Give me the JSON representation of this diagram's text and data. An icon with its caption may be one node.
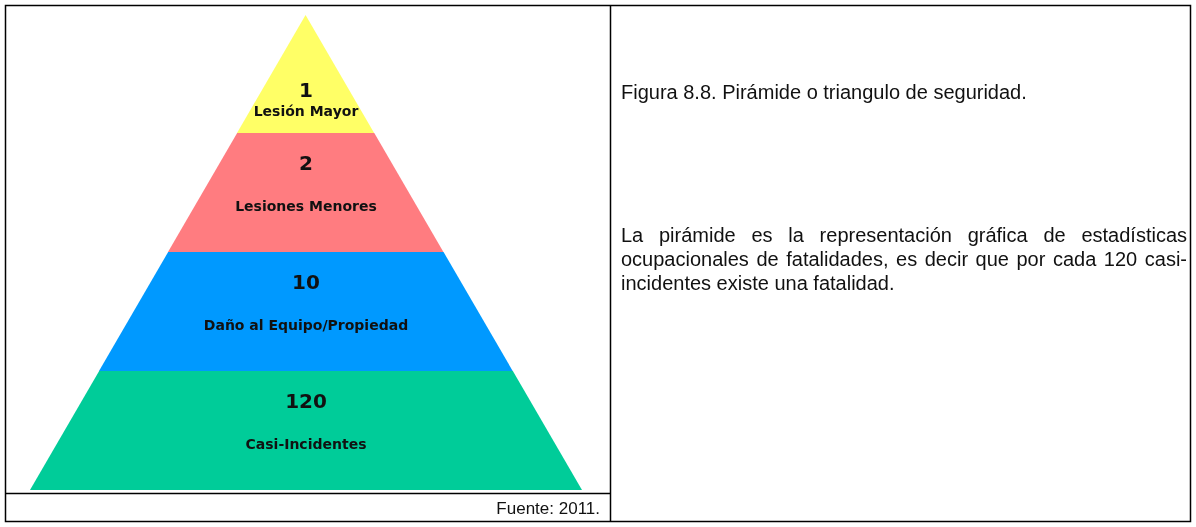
{
  "diagram": {
    "caption": "Figura 8.8. Pirámide o triangulo de seguridad.",
    "nodes": [
      {
        "text": [
          "1",
          "Lesión Mayor"
        ]
      },
      {
        "text": [
          "2",
          "Lesiones Menores"
        ]
      },
      {
        "text": [
          "10",
          "Daño al Equipo/Propiedad"
        ]
      },
      {
        "text": [
          "120",
          "Casi-Incidentes"
        ]
      }
    ],
    "edges": [],
    "labels": [
      "La pirámide es la representación gráfica de estadísticas ocupacionales de fatalidades, es decir que por cada 120 casi-incidentes existe una fatalidad.",
      "Fuente: 2011."
    ]
  }
}
